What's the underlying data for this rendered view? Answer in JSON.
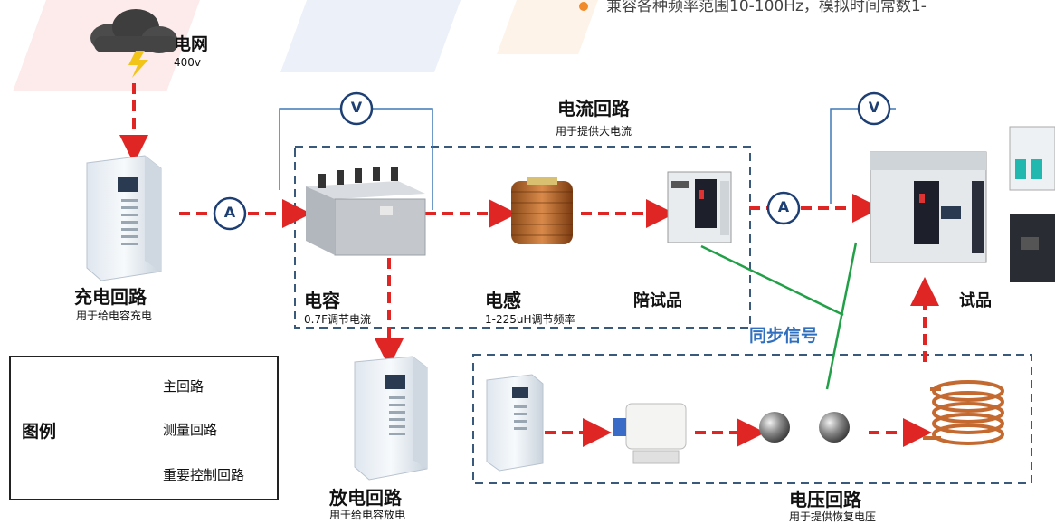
{
  "header": {
    "note": "兼容各种频率范围10-100Hz，模拟时间常数1-"
  },
  "grid": {
    "name": "电网",
    "voltage": "400v"
  },
  "charging": {
    "title": "充电回路",
    "desc": "用于给电容充电"
  },
  "current_loop": {
    "title": "电流回路",
    "desc": "用于提供大电流"
  },
  "capacitor": {
    "title": "电容",
    "desc": "0.7F调节电流"
  },
  "inductor": {
    "title": "电感",
    "desc": "1-225uH调节频率"
  },
  "companion": {
    "title": "陪试品"
  },
  "test_item": {
    "title": "试品"
  },
  "sync_signal": {
    "label": "同步信号"
  },
  "discharge": {
    "title": "放电回路",
    "desc": "用于给电容放电"
  },
  "voltage_loop": {
    "title": "电压回路",
    "desc": "用于提供恢复电压"
  },
  "meters": {
    "voltmeter": "V",
    "ammeter": "A"
  },
  "legend": {
    "title": "图例",
    "items": [
      {
        "label": "主回路",
        "color": "#e02525"
      },
      {
        "label": "测量回路",
        "color": "#3f78b8"
      },
      {
        "label": "重要控制回路",
        "color": "#22a047"
      }
    ]
  },
  "colors": {
    "main": "#e02525",
    "measure": "#3f78b8",
    "control": "#22a047",
    "dash_box": "#3a5a7c"
  }
}
